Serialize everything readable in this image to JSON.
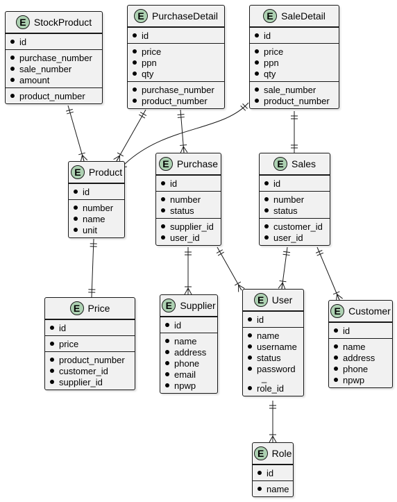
{
  "entities": {
    "stockproduct": {
      "name": "StockProduct",
      "badge": "E",
      "sections": [
        [
          "id"
        ],
        [
          "purchase_number",
          "sale_number",
          "amount"
        ],
        [
          "product_number"
        ]
      ]
    },
    "purchasedetail": {
      "name": "PurchaseDetail",
      "badge": "E",
      "sections": [
        [
          "id"
        ],
        [
          "price",
          "ppn",
          "qty"
        ],
        [
          "purchase_number",
          "product_number"
        ]
      ]
    },
    "saledetail": {
      "name": "SaleDetail",
      "badge": "E",
      "sections": [
        [
          "id"
        ],
        [
          "price",
          "ppn",
          "qty"
        ],
        [
          "sale_number",
          "product_number"
        ]
      ]
    },
    "product": {
      "name": "Product",
      "badge": "E",
      "sections": [
        [
          "id"
        ],
        [
          "number",
          "name",
          "unit"
        ]
      ]
    },
    "purchase": {
      "name": "Purchase",
      "badge": "E",
      "sections": [
        [
          "id"
        ],
        [
          "number",
          "status"
        ],
        [
          "supplier_id",
          "user_id"
        ]
      ]
    },
    "sales": {
      "name": "Sales",
      "badge": "E",
      "sections": [
        [
          "id"
        ],
        [
          "number",
          "status"
        ],
        [
          "customer_id",
          "user_id"
        ]
      ]
    },
    "price": {
      "name": "Price",
      "badge": "E",
      "sections": [
        [
          "id"
        ],
        [
          "price"
        ],
        [
          "product_number",
          "customer_id",
          "supplier_id"
        ]
      ]
    },
    "supplier": {
      "name": "Supplier",
      "badge": "E",
      "sections": [
        [
          "id"
        ],
        [
          "name",
          "address",
          "phone",
          "email",
          "npwp"
        ]
      ]
    },
    "user": {
      "name": "User",
      "badge": "E",
      "sections": [
        [
          "id"
        ],
        [
          "name",
          "username",
          "status",
          "password",
          "_",
          "role_id"
        ]
      ]
    },
    "customer": {
      "name": "Customer",
      "badge": "E",
      "sections": [
        [
          "id"
        ],
        [
          "name",
          "address",
          "phone",
          "npwp"
        ]
      ]
    },
    "role": {
      "name": "Role",
      "badge": "E",
      "sections": [
        [
          "id"
        ],
        [
          "name"
        ]
      ]
    }
  },
  "relations": [
    {
      "from": "stockproduct",
      "to": "product",
      "from_end": "one-and-only-one",
      "to_end": "one-or-many"
    },
    {
      "from": "purchasedetail",
      "to": "product",
      "from_end": "one-and-only-one",
      "to_end": "one-or-many"
    },
    {
      "from": "saledetail",
      "to": "product",
      "from_end": "one-and-only-one",
      "to_end": "one-or-many"
    },
    {
      "from": "purchasedetail",
      "to": "purchase",
      "from_end": "one-and-only-one",
      "to_end": "one-or-many"
    },
    {
      "from": "saledetail",
      "to": "sales",
      "from_end": "one-and-only-one",
      "to_end": "one-and-only-one"
    },
    {
      "from": "product",
      "to": "price",
      "from_end": "one-and-only-one",
      "to_end": "one-and-only-one"
    },
    {
      "from": "purchase",
      "to": "supplier",
      "from_end": "one-and-only-one",
      "to_end": "one-or-many"
    },
    {
      "from": "purchase",
      "to": "user",
      "from_end": "one-and-only-one",
      "to_end": "one-or-many"
    },
    {
      "from": "sales",
      "to": "user",
      "from_end": "one-and-only-one",
      "to_end": "one-or-many"
    },
    {
      "from": "sales",
      "to": "customer",
      "from_end": "one-and-only-one",
      "to_end": "one-or-many"
    },
    {
      "from": "user",
      "to": "role",
      "from_end": "one-and-only-one",
      "to_end": "one-or-many"
    }
  ],
  "colors": {
    "entity_fill": "#f1f1f1",
    "badge_fill": "#add1b2",
    "line": "#181818"
  }
}
